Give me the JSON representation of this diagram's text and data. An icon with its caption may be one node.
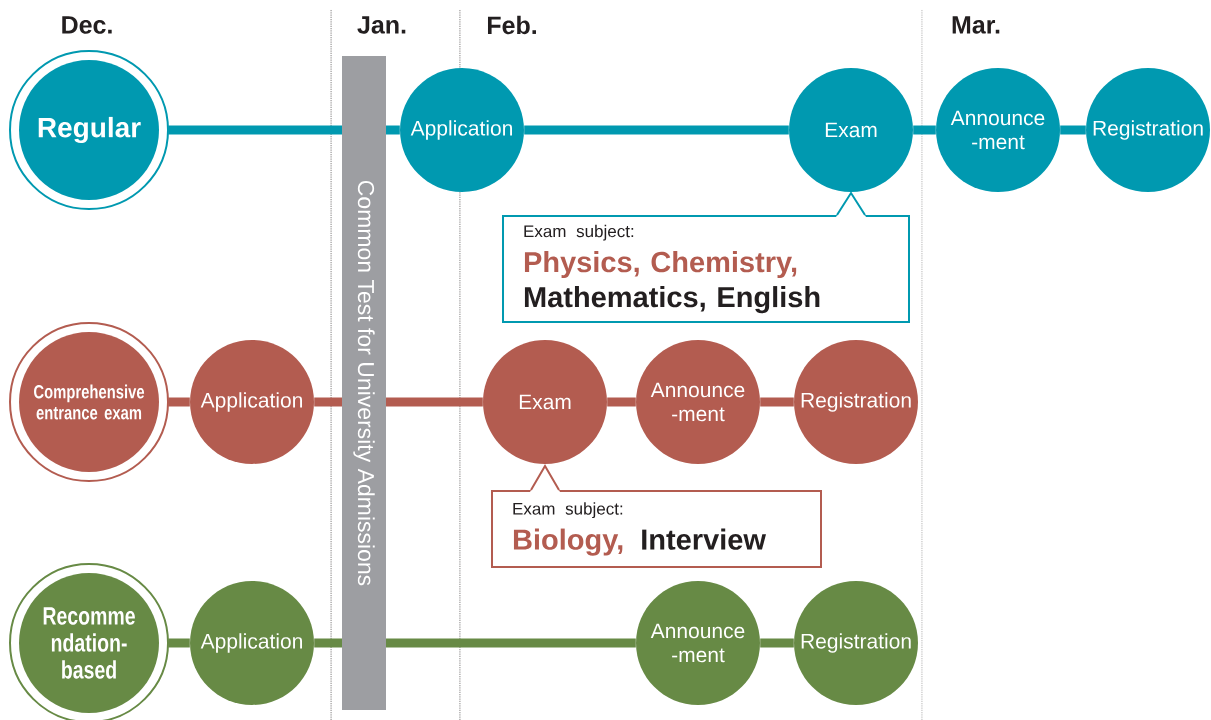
{
  "diagram": {
    "nodes": [
      {
        "text": [
          "Regular"
        ]
      },
      {
        "text": [
          "Application"
        ]
      },
      {
        "text": [
          "Exam"
        ]
      },
      {
        "text": [
          "Announce -ment"
        ]
      },
      {
        "text": [
          "Registration"
        ]
      },
      {
        "text": [
          "Exam subject:",
          "Physics, Chemistry,",
          "Mathematics, English"
        ]
      },
      {
        "text": [
          "Common Test for University Admissions"
        ]
      },
      {
        "text": [
          "Comprehensive entrance exam"
        ]
      },
      {
        "text": [
          "Application"
        ]
      },
      {
        "text": [
          "Exam"
        ]
      },
      {
        "text": [
          "Announce -ment"
        ]
      },
      {
        "text": [
          "Registration"
        ]
      },
      {
        "text": [
          "Exam subject:",
          "Biology,",
          "Interview"
        ]
      },
      {
        "text": [
          "Recomme ndation- based"
        ]
      },
      {
        "text": [
          "Application"
        ]
      },
      {
        "text": [
          "Announce -ment"
        ]
      },
      {
        "text": [
          "Registration"
        ]
      }
    ],
    "edges": [
      {
        "from": 0,
        "to": 6,
        "arrow": "none",
        "color": "#0099b0"
      },
      {
        "from": 6,
        "to": 1,
        "arrow": "none",
        "color": "#0099b0"
      },
      {
        "from": 1,
        "to": 2,
        "arrow": "none",
        "color": "#0099b0"
      },
      {
        "from": 2,
        "to": 3,
        "arrow": "none",
        "color": "#0099b0"
      },
      {
        "from": 3,
        "to": 4,
        "arrow": "none",
        "color": "#0099b0"
      },
      {
        "from": 7,
        "to": 8,
        "arrow": "none",
        "color": "#b35c50"
      },
      {
        "from": 8,
        "to": 6,
        "arrow": "none",
        "color": "#b35c50"
      },
      {
        "from": 6,
        "to": 9,
        "arrow": "none",
        "color": "#b35c50"
      },
      {
        "from": 9,
        "to": 10,
        "arrow": "none",
        "color": "#b35c50"
      },
      {
        "from": 10,
        "to": 11,
        "arrow": "none",
        "color": "#b35c50"
      },
      {
        "from": 13,
        "to": 14,
        "arrow": "none",
        "color": "#678a45"
      },
      {
        "from": 14,
        "to": 6,
        "arrow": "none",
        "color": "#678a45"
      },
      {
        "from": 6,
        "to": 15,
        "arrow": "none",
        "color": "#678a45"
      },
      {
        "from": 15,
        "to": 16,
        "arrow": "none",
        "color": "#678a45"
      }
    ],
    "labels": [
      "Dec.",
      "Jan.",
      "Feb.",
      "Mar."
    ]
  }
}
